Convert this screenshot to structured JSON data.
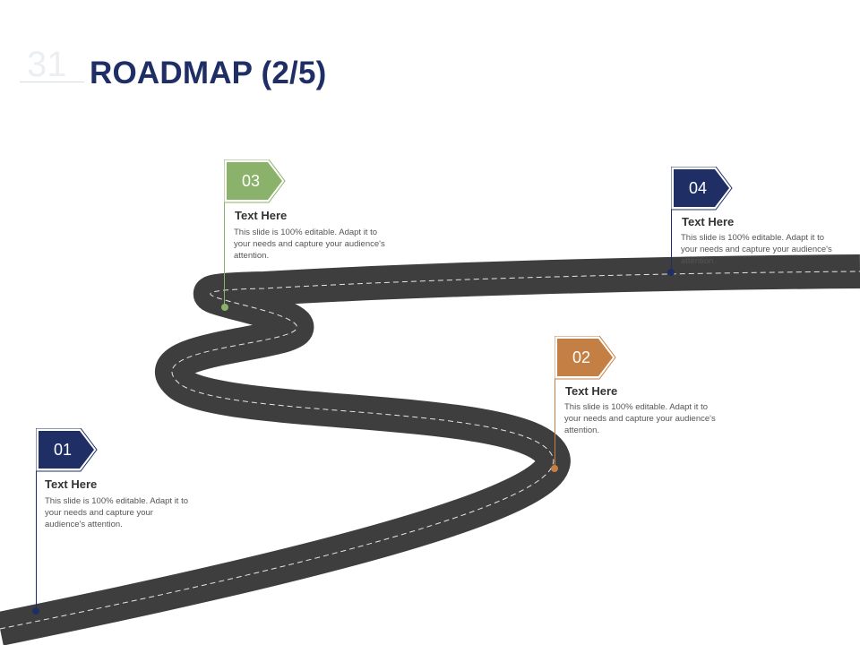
{
  "slide": {
    "number": "31",
    "title": "ROADMAP (2/5)"
  },
  "colors": {
    "navy": "#1f2f66",
    "green": "#8bb26a",
    "orange": "#c47f45",
    "road": "#3e3e3e",
    "road_dash": "#e6e6e6"
  },
  "icons": {
    "milestone_badge": "pentagon-arrow-right"
  },
  "milestones": [
    {
      "number": "01",
      "title": "Text Here",
      "body": "This slide is 100% editable. Adapt it to your needs and capture your audience's attention.",
      "color": "#1f2f66"
    },
    {
      "number": "02",
      "title": "Text Here",
      "body": "This slide is 100% editable. Adapt it to your needs and capture your audience's attention.",
      "color": "#c47f45"
    },
    {
      "number": "03",
      "title": "Text Here",
      "body": "This slide is 100% editable. Adapt it to your needs and capture your audience's attention.",
      "color": "#8bb26a"
    },
    {
      "number": "04",
      "title": "Text Here",
      "body": "This slide is 100% editable. Adapt it to your needs and capture your audience's attention.",
      "color": "#1f2f66"
    }
  ]
}
